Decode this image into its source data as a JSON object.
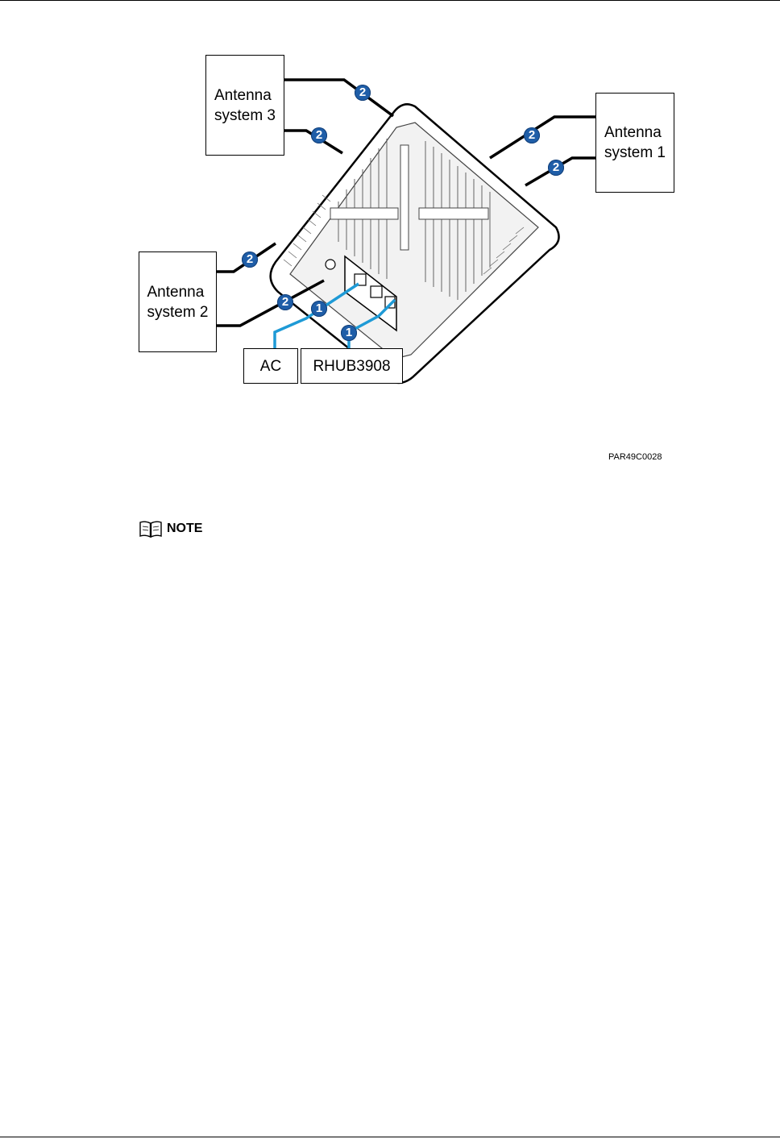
{
  "figure": {
    "boxes": {
      "antenna_3": [
        "Antenna",
        "system 3"
      ],
      "antenna_1": [
        "Antenna",
        "system 1"
      ],
      "antenna_2": [
        "Antenna",
        "system 2"
      ],
      "ac": "AC",
      "rhub": "RHUB3908"
    },
    "callouts": {
      "power_cable": "1",
      "rf_jumper": "2"
    },
    "code": "PAR49C0028"
  },
  "note": {
    "icon": "open-book-icon",
    "label": "NOTE"
  },
  "colors": {
    "callout_fill": "#1f5ea8",
    "cable_blue": "#1e9ad6",
    "cable_black": "#000000"
  }
}
